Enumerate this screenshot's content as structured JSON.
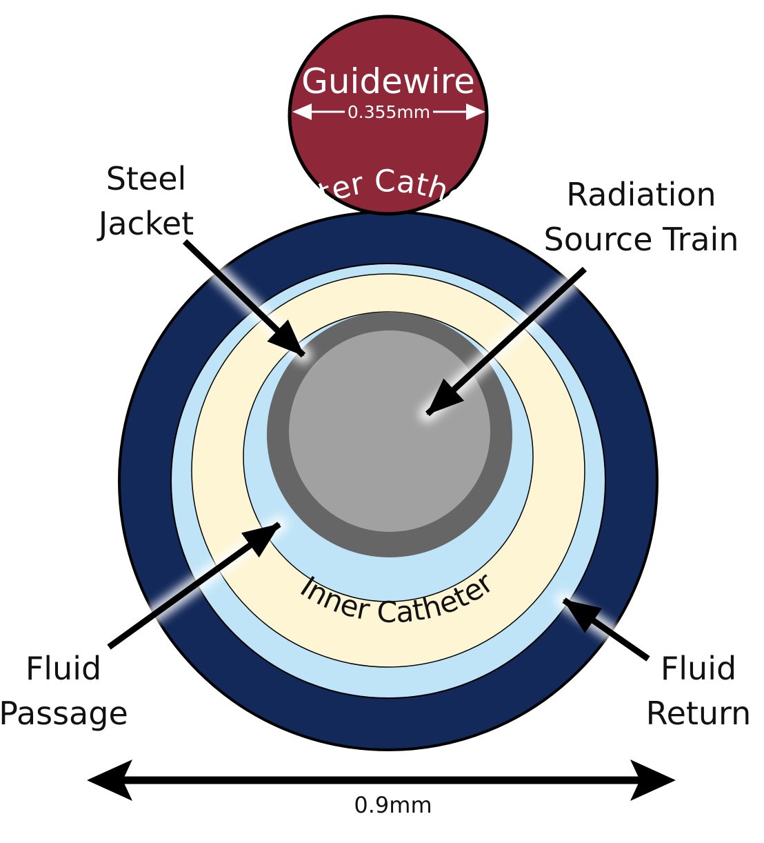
{
  "labels": {
    "guidewire": "Guidewire",
    "guidewire_diameter": "0.355mm",
    "steel_jacket_line1": "Steel",
    "steel_jacket_line2": "Jacket",
    "radiation_line1": "Radiation",
    "radiation_line2": "Source Train",
    "outer_catheter": "Outer Catheter",
    "inner_catheter": "Inner Catheter",
    "fluid_passage_line1": "Fluid",
    "fluid_passage_line2": "Passage",
    "fluid_return_line1": "Fluid",
    "fluid_return_line2": "Return",
    "overall_diameter": "0.9mm"
  },
  "colors": {
    "guidewire": "#8e2838",
    "outer_catheter": "#13295a",
    "fluid": "#bfe4f7",
    "inner_catheter": "#fdf5d3",
    "steel_jacket": "#666666",
    "source_train": "#a1a1a1",
    "outline": "#000000"
  }
}
